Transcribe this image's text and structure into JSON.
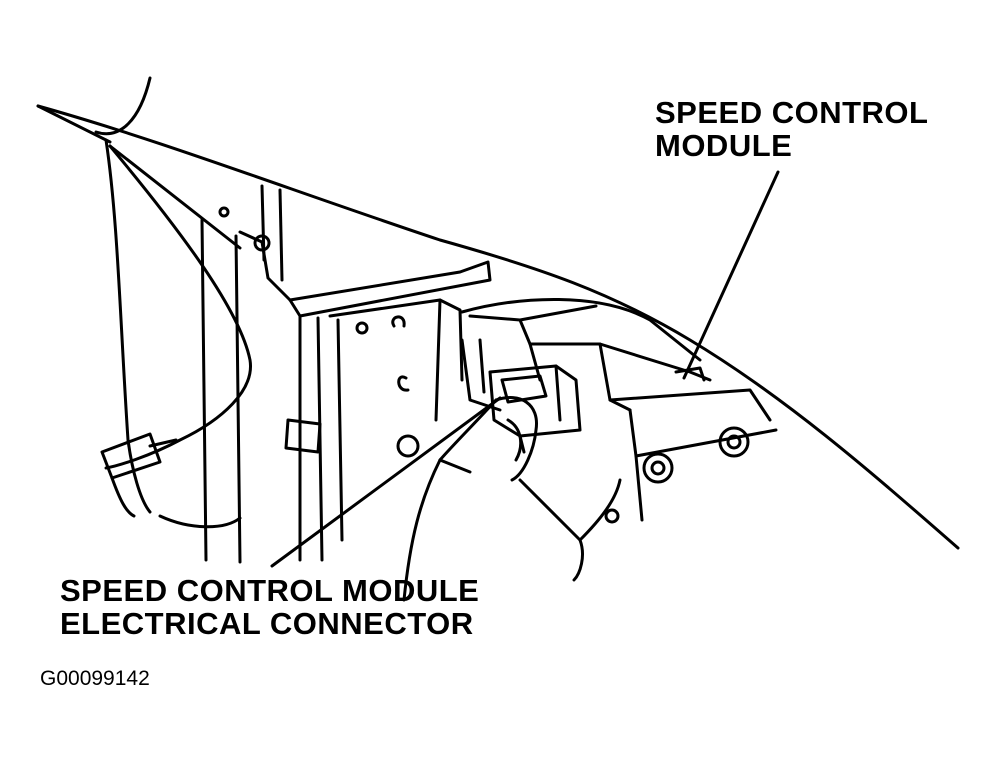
{
  "labels": {
    "speed_control_module": [
      "SPEED CONTROL",
      "MODULE"
    ],
    "speed_control_module_connector": [
      "SPEED CONTROL MODULE",
      "ELECTRICAL CONNECTOR"
    ]
  },
  "figure_id": "G00099142"
}
